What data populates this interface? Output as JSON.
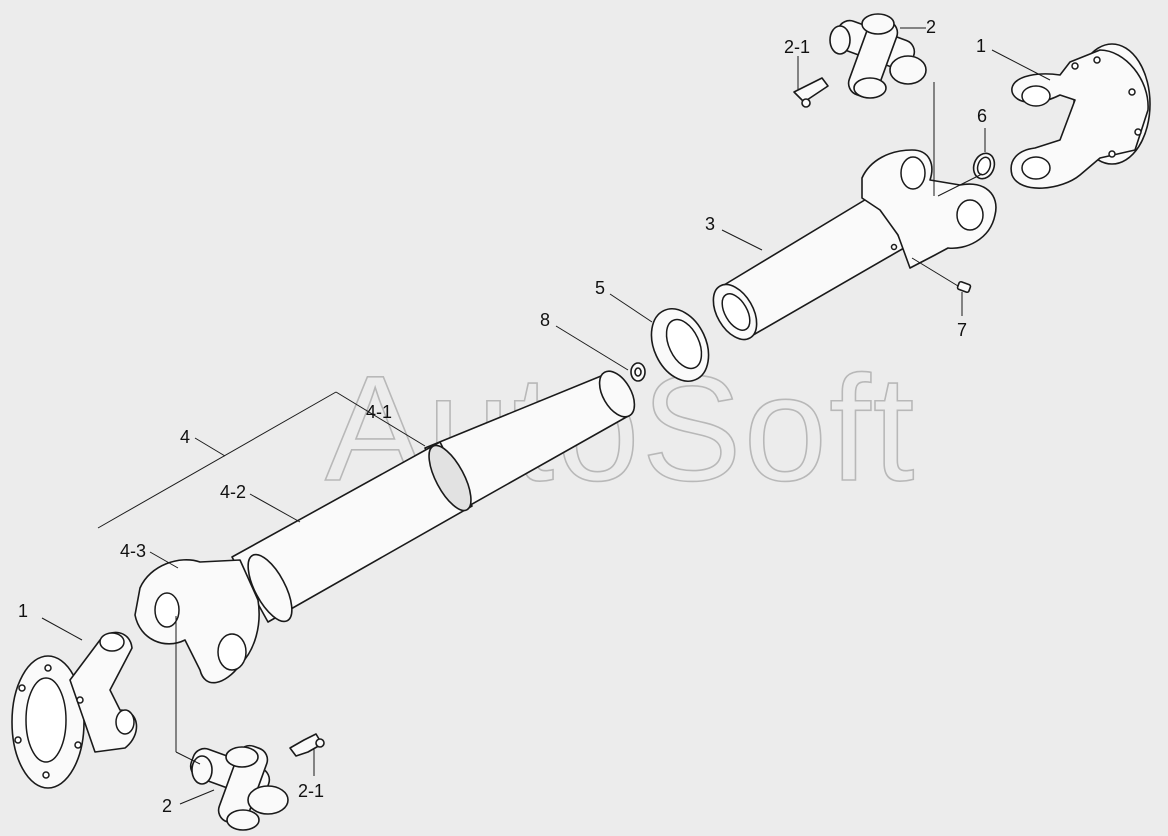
{
  "watermark": "AutoSoft",
  "callouts": {
    "c1_top": "1",
    "c1_bottom": "1",
    "c2_top": "2",
    "c2_bottom": "2",
    "c21_top": "2-1",
    "c21_bottom": "2-1",
    "c3": "3",
    "c4": "4",
    "c41": "4-1",
    "c42": "4-2",
    "c43": "4-3",
    "c5": "5",
    "c6": "6",
    "c7": "7",
    "c8": "8"
  }
}
